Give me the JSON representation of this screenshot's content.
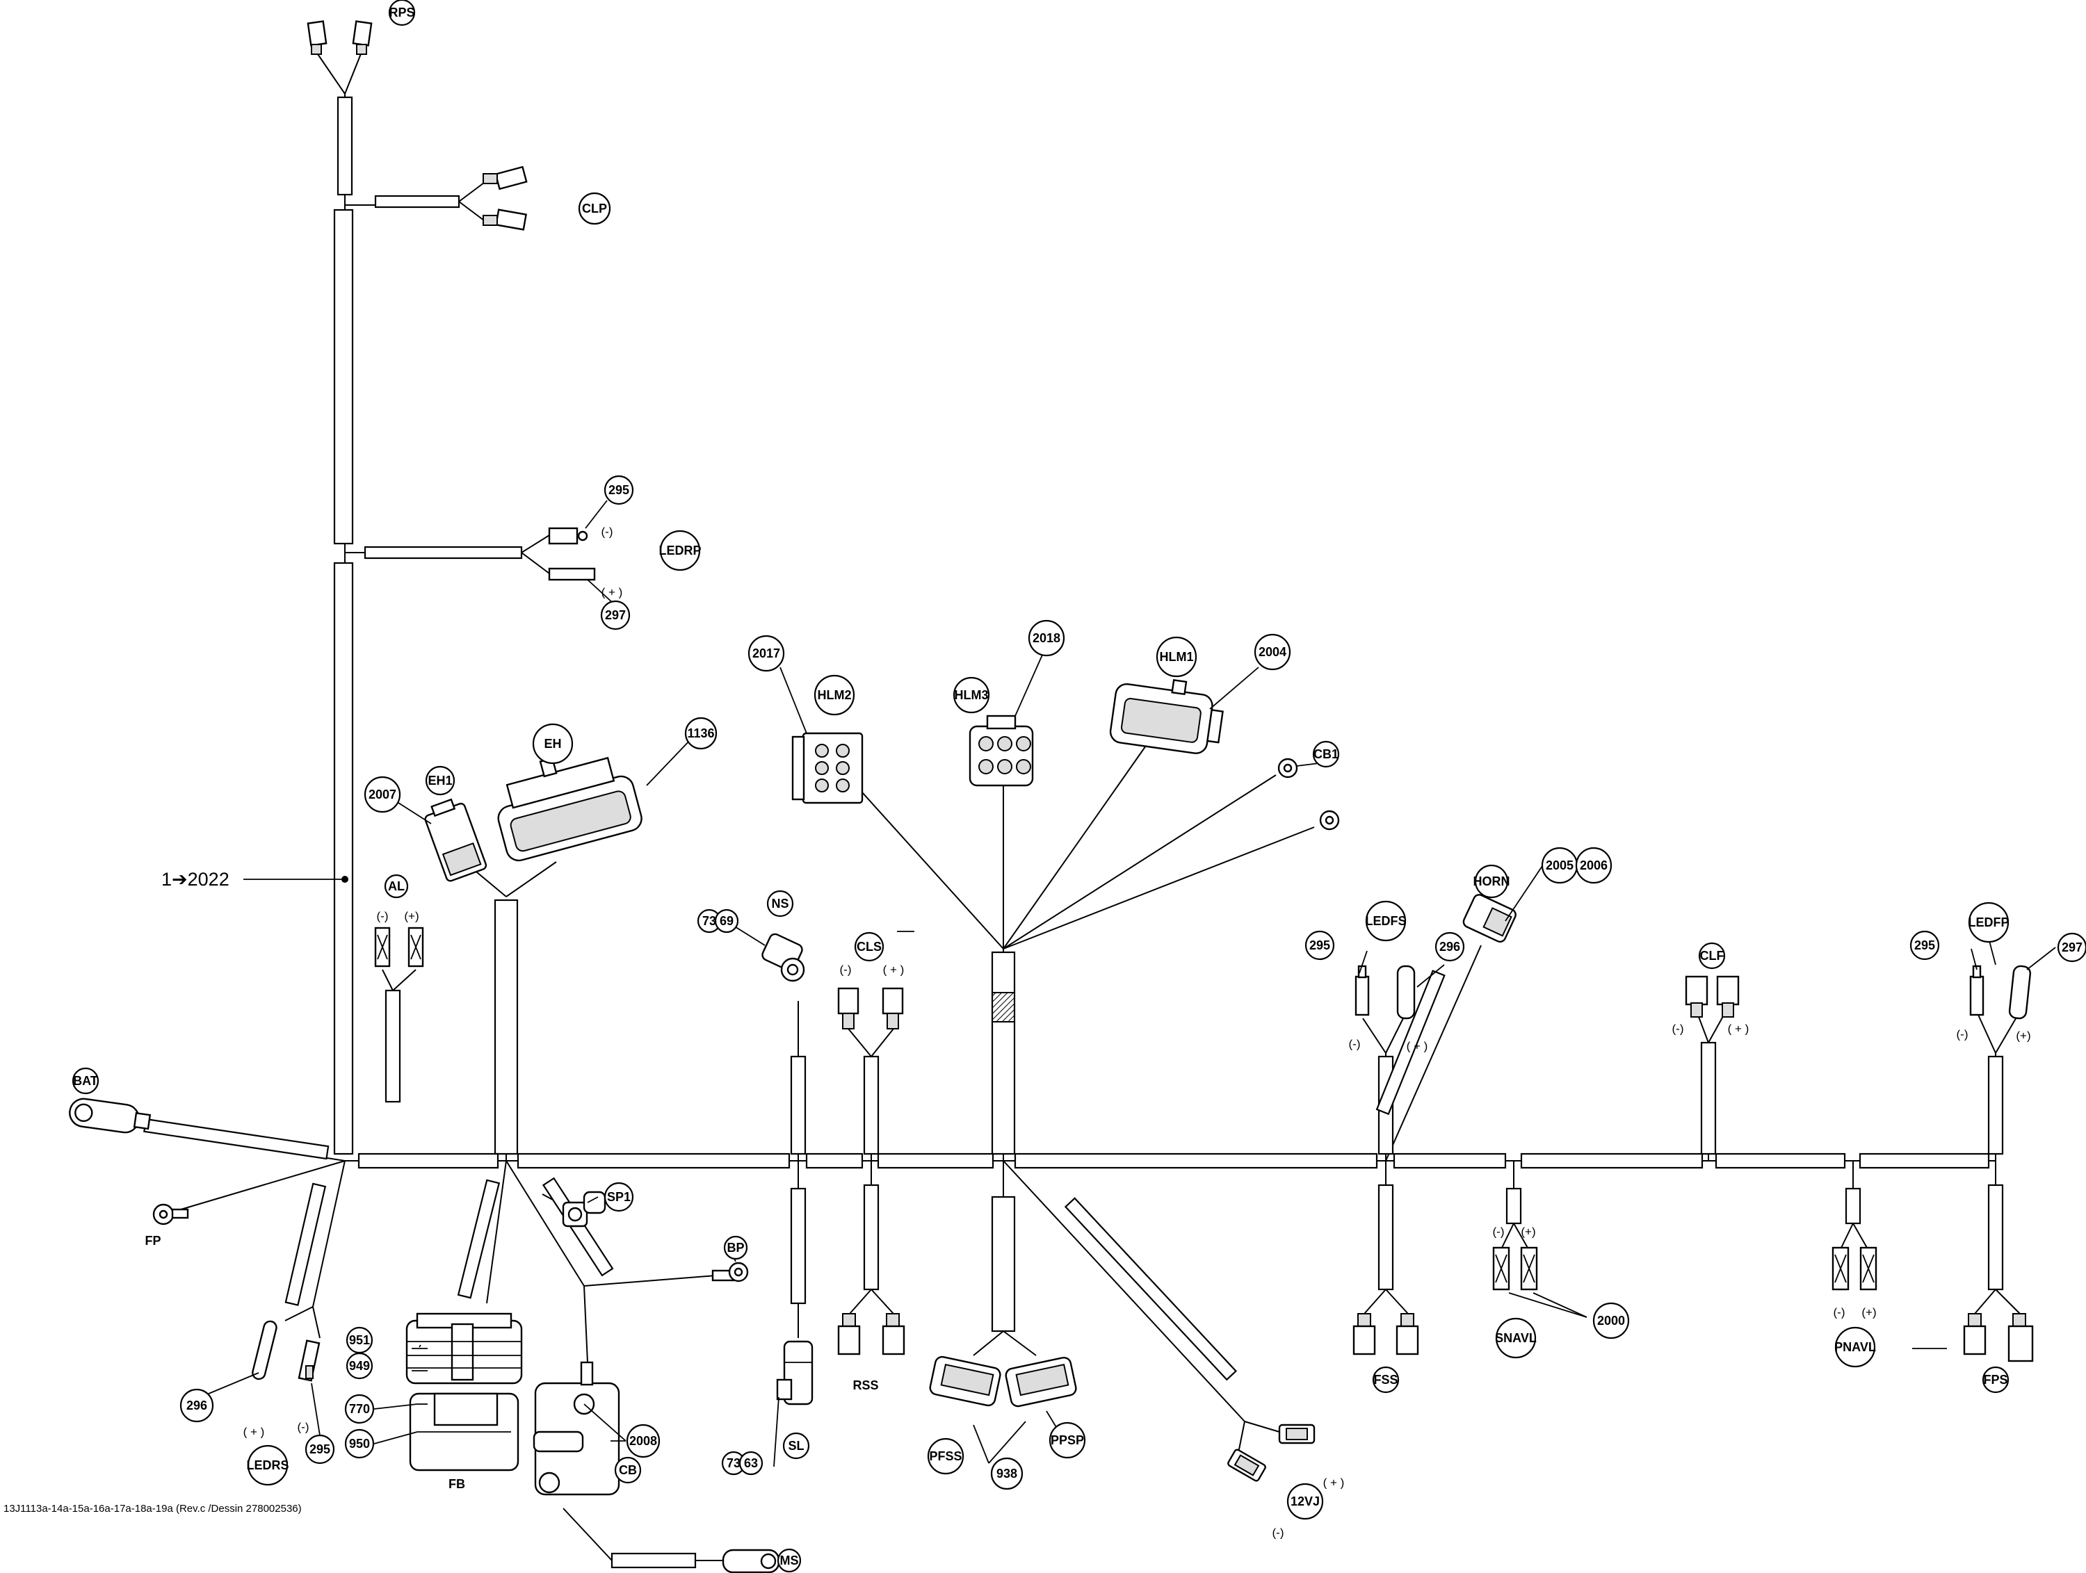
{
  "drawing": {
    "main_callout": "1➔2022",
    "footer_reference": "13J1113a-14a-15a-16a-17a-18a-19a (Rev.c /Dessin 278002536)"
  },
  "labels": {
    "RPS": "RPS",
    "CLP": "CLP",
    "LEDRP": "LEDRP",
    "EH": "EH",
    "EH1": "EH1",
    "AL": "AL",
    "BAT": "BAT",
    "FP": "FP",
    "SP1": "SP1",
    "BP": "BP",
    "LEDRS": "LEDRS",
    "FB": "FB",
    "CB": "CB",
    "MS": "MS",
    "NS": "NS",
    "SL": "SL",
    "CLS": "CLS",
    "RSS": "RSS",
    "HLM2": "HLM2",
    "HLM3": "HLM3",
    "HLM1": "HLM1",
    "CB1": "CB1",
    "PFSS": "PFSS",
    "PPSP": "PPSP",
    "12VJ": "12VJ",
    "LEDFS": "LEDFS",
    "HORN": "HORN",
    "FSS": "FSS",
    "SNAVL": "SNAVL",
    "CLF": "CLF",
    "PNAVL": "PNAVL",
    "LEDFP": "LEDFP",
    "FPS": "FPS"
  },
  "part_numbers": {
    "p295_ledrp": "295",
    "p297_ledrp": "297",
    "p1136": "1136",
    "p2007": "2007",
    "p2017": "2017",
    "p2018": "2018",
    "p2004": "2004",
    "p73_ns": "73",
    "p69": "69",
    "p296_ledrs": "296",
    "p295_ledrs": "295",
    "p951": "951",
    "p949": "949",
    "p770": "770",
    "p950": "950",
    "p2008": "2008",
    "p73_sl": "73",
    "p63": "63",
    "p938": "938",
    "p295_ledfs": "295",
    "p296_ledfs": "296",
    "p2005": "2005",
    "p2006": "2006",
    "p2000": "2000",
    "p295_ledfp": "295",
    "p297_ledfp": "297"
  },
  "polarity": {
    "neg": "(-)",
    "pos": "(+)",
    "pos_spaced": "( + )"
  },
  "colors": {
    "ink": "#000000",
    "paper": "#ffffff"
  }
}
